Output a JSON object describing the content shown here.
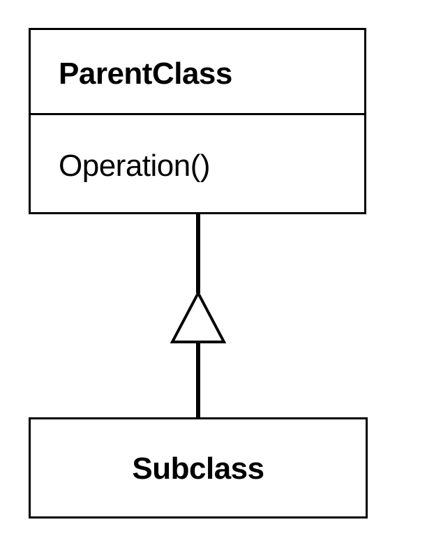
{
  "parent_class": {
    "name": "ParentClass",
    "operations": [
      "Operation()"
    ]
  },
  "subclass": {
    "name": "Subclass"
  },
  "relationship": {
    "type": "generalization",
    "arrowhead": "hollow-triangle",
    "color": "#000000"
  }
}
